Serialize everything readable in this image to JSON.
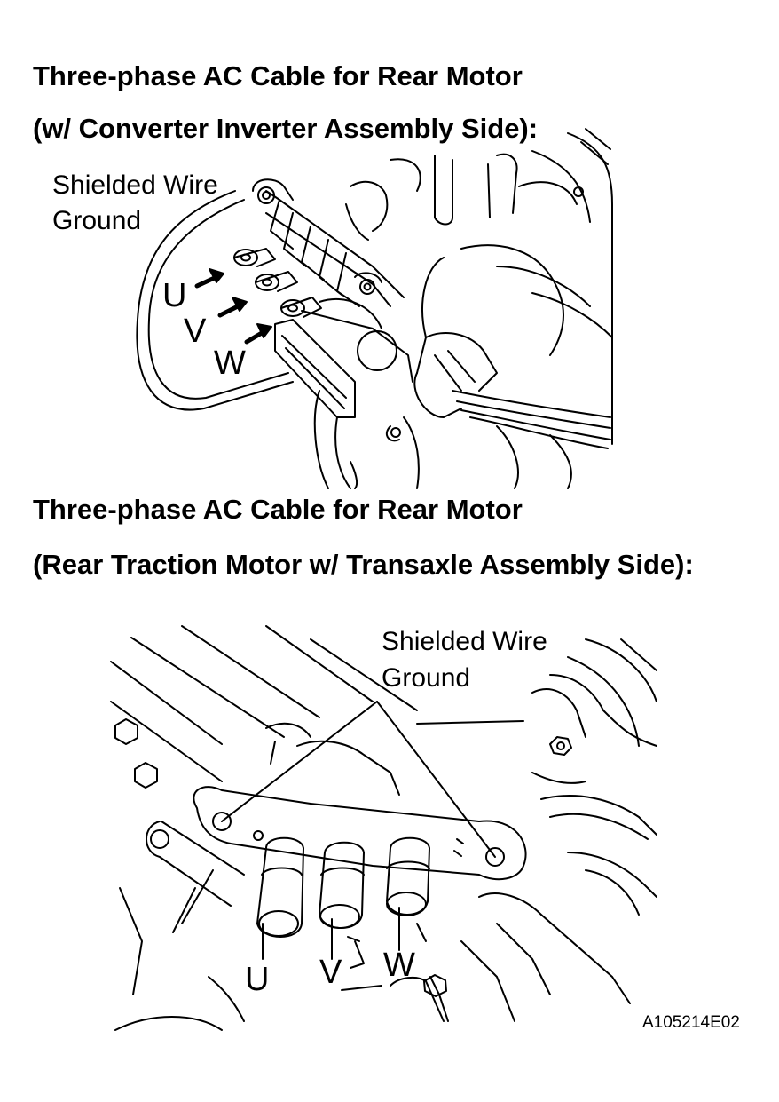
{
  "figure1": {
    "heading_line1": "Three-phase AC Cable for Rear Motor",
    "heading_line2": "(w/ Converter Inverter Assembly Side):",
    "shielded_label_line1": "Shielded Wire",
    "shielded_label_line2": "Ground",
    "terminal_labels": [
      "U",
      "V",
      "W"
    ]
  },
  "figure2": {
    "heading_line1": "Three-phase AC Cable for Rear Motor",
    "heading_line2": "(Rear Traction Motor w/ Transaxle Assembly Side):",
    "shielded_label_line1": "Shielded Wire",
    "shielded_label_line2": "Ground",
    "terminal_labels": [
      "U",
      "V",
      "W"
    ]
  },
  "figure_code": "A105214E02"
}
